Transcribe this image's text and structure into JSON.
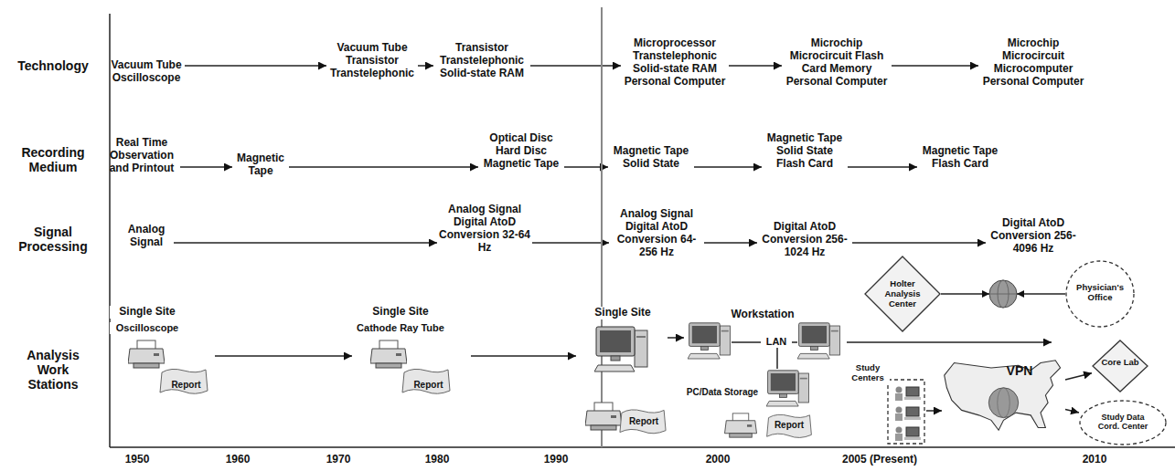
{
  "diagram": {
    "nodes": [
      {
        "text": [
          "Vacuum Tube Oscilloscope"
        ]
      },
      {
        "text": [
          "Vacuum Tube Transistor Transtelephonic"
        ]
      },
      {
        "text": [
          "Transistor Transtelephonic Solid-state RAM"
        ]
      },
      {
        "text": [
          "Microprocessor Transtelephonic Solid-state RAM Personal Computer"
        ]
      },
      {
        "text": [
          "Microchip Microcircuit Flash Card Memory Personal Computer"
        ]
      },
      {
        "text": [
          "Microchip Microcircuit Microcomputer Personal Computer"
        ]
      },
      {
        "text": [
          "Real Time Observation and Printout"
        ]
      },
      {
        "text": [
          "Magnetic Tape"
        ]
      },
      {
        "text": [
          "Optical Disc Hard Disc Magnetic Tape"
        ]
      },
      {
        "text": [
          "Magnetic Tape Solid State"
        ]
      },
      {
        "text": [
          "Magnetic Tape Solid State Flash Card"
        ]
      },
      {
        "text": [
          "Magnetic Tape Flash Card"
        ]
      },
      {
        "text": [
          "Analog Signal"
        ]
      },
      {
        "text": [
          "Analog Signal Digital AtoD Conversion 32-64 Hz"
        ]
      },
      {
        "text": [
          "Analog Signal Digital AtoD Conversion 64-256 Hz"
        ]
      },
      {
        "text": [
          "Digital AtoD Conversion 256-1024 Hz"
        ]
      },
      {
        "text": [
          "Digital AtoD Conversion 256-4096 Hz"
        ]
      },
      {
        "text": [
          "Single Site",
          "Oscilloscope",
          "Report"
        ]
      },
      {
        "text": [
          "Single Site",
          "Cathode Ray Tube",
          "Report"
        ]
      },
      {
        "text": [
          "Single Site",
          "Report"
        ]
      },
      {
        "text": [
          "Workstation",
          "LAN",
          "PC/Data Storage",
          "Report"
        ]
      },
      {
        "text": [
          "Holter Analysis Center"
        ]
      },
      {
        "text": [
          "Physician's Office"
        ]
      },
      {
        "text": [
          "Study Centers"
        ]
      },
      {
        "text": [
          "VPN"
        ]
      },
      {
        "text": [
          "Core Lab"
        ]
      },
      {
        "text": [
          "Study Data Cord. Center"
        ]
      }
    ],
    "edges": [
      {
        "from": 0,
        "to": 1,
        "arrow": "to"
      },
      {
        "from": 1,
        "to": 2,
        "arrow": "to"
      },
      {
        "from": 2,
        "to": 3,
        "arrow": "to"
      },
      {
        "from": 3,
        "to": 4,
        "arrow": "to"
      },
      {
        "from": 4,
        "to": 5,
        "arrow": "to"
      },
      {
        "from": 6,
        "to": 7,
        "arrow": "to"
      },
      {
        "from": 7,
        "to": 8,
        "arrow": "to"
      },
      {
        "from": 8,
        "to": 9,
        "arrow": "to"
      },
      {
        "from": 9,
        "to": 10,
        "arrow": "to"
      },
      {
        "from": 10,
        "to": 11,
        "arrow": "to"
      },
      {
        "from": 12,
        "to": 13,
        "arrow": "to"
      },
      {
        "from": 13,
        "to": 14,
        "arrow": "to"
      },
      {
        "from": 14,
        "to": 15,
        "arrow": "to"
      },
      {
        "from": 15,
        "to": 16,
        "arrow": "to"
      },
      {
        "from": 17,
        "to": 18,
        "arrow": "to"
      },
      {
        "from": 18,
        "to": 19,
        "arrow": "to"
      },
      {
        "from": 19,
        "to": 20,
        "arrow": "to"
      },
      {
        "from": 21,
        "to": 22,
        "arrow": "none"
      },
      {
        "from": 23,
        "to": 24,
        "arrow": "to"
      },
      {
        "from": 24,
        "to": 25,
        "arrow": "to"
      },
      {
        "from": 24,
        "to": 26,
        "arrow": "to"
      }
    ],
    "labels": [
      "Technology",
      "Recording Medium",
      "Signal Processing",
      "Analysis Work Stations",
      "1950",
      "1960",
      "1970",
      "1980",
      "1990",
      "2000",
      "2005 (Present)",
      "2010"
    ]
  }
}
